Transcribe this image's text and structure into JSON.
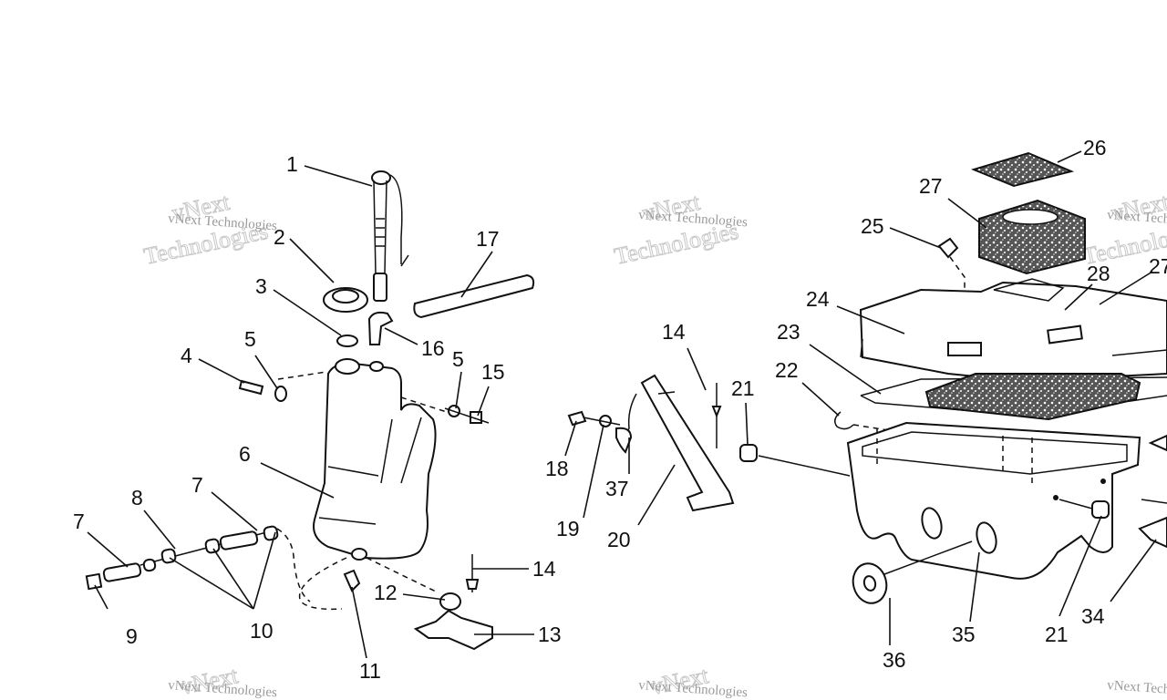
{
  "diagram": {
    "watermark": {
      "line1": "vNext Technologies",
      "line2": "vNext",
      "line3": "Technologies"
    },
    "callouts": {
      "c1": "1",
      "c2": "2",
      "c3": "3",
      "c4": "4",
      "c5a": "5",
      "c5b": "5",
      "c6": "6",
      "c7a": "7",
      "c7b": "7",
      "c8": "8",
      "c9": "9",
      "c10": "10",
      "c11": "11",
      "c12": "12",
      "c13": "13",
      "c14a": "14",
      "c14b": "14",
      "c15": "15",
      "c16": "16",
      "c17": "17",
      "c18": "18",
      "c19": "19",
      "c20": "20",
      "c21a": "21",
      "c21b": "21",
      "c22": "22",
      "c23": "23",
      "c24": "24",
      "c25": "25",
      "c26": "26",
      "c27": "27",
      "c28": "28",
      "c34": "34",
      "c35": "35",
      "c36": "36",
      "c37": "37",
      "c27b": "27"
    }
  }
}
